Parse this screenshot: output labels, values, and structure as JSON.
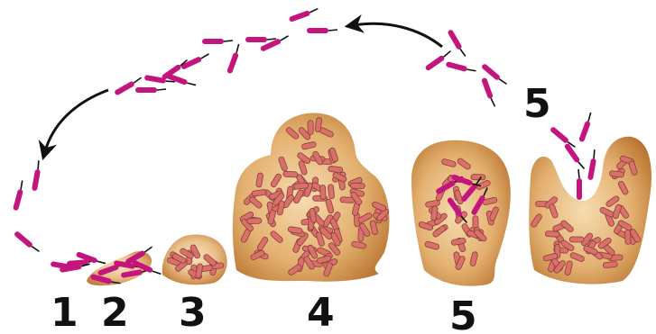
{
  "stage_labels": [
    "1",
    "2",
    "3",
    "4",
    "5",
    "5"
  ],
  "colors": {
    "motile_cell": "#c4157e",
    "flagellum": "#111111",
    "sessile_cell": "#d9706a",
    "sessile_outline": "#8a3f3a",
    "matrix_light": "#f5d9a8",
    "matrix_dark": "#c47f3e",
    "arrow": "#111111"
  }
}
